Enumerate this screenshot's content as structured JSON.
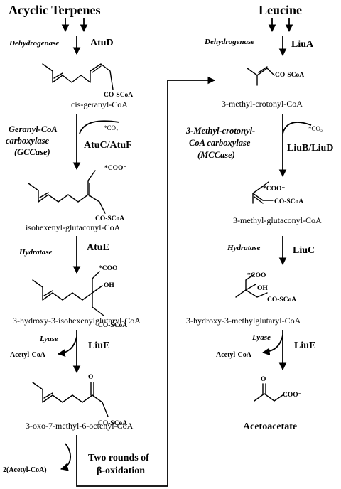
{
  "left": {
    "title": "Acyclic Terpenes",
    "step1": {
      "enzyme": "AtuD",
      "label": "Dehydrogenase"
    },
    "product1": "cis-geranyl-CoA",
    "step2": {
      "enzyme": "AtuC/AtuF",
      "label_line1": "Geranyl-CoA",
      "label_line2": "carboxylase",
      "label_line3": "(GCCase)",
      "cofactor": "*CO₂"
    },
    "product2": "isohexenyl-glutaconyl-CoA",
    "step3": {
      "enzyme": "AtuE",
      "label": "Hydratase"
    },
    "product3": "3-hydroxy-3-isohexenylglutaryl-CoA",
    "step4": {
      "enzyme": "LiuE",
      "label": "Lyase",
      "byproduct": "Acetyl-CoA"
    },
    "product4": "3-oxo-7-methyl-6-octenyl-CoA",
    "step5": {
      "label_line1": "Two rounds of",
      "label_line2": "β-oxidation",
      "byproduct": "2(Acetyl-CoA)"
    }
  },
  "right": {
    "title": "Leucine",
    "step1": {
      "enzyme": "LiuA",
      "label": "Dehydrogenase"
    },
    "product1": "3-methyl-crotonyl-CoA",
    "step2": {
      "enzyme": "LiuB/LiuD",
      "label_line1": "3-Methyl-crotonyl-",
      "label_line2": "CoA carboxylase",
      "label_line3": "(MCCase)",
      "cofactor": "*CO₂"
    },
    "product2": "3-methyl-glutaconyl-CoA",
    "step3": {
      "enzyme": "LiuC",
      "label": "Hydratase"
    },
    "product3": "3-hydroxy-3-methylglutaryl-CoA",
    "step4": {
      "enzyme": "LiuE",
      "label": "Lyase",
      "byproduct": "Acetyl-CoA"
    },
    "product4": "Acetoacetate"
  },
  "groups": {
    "coscoa": "CO-SCoA",
    "cooh": "*COO⁻",
    "coo": "COO⁻",
    "oh": "OH",
    "o": "O"
  }
}
